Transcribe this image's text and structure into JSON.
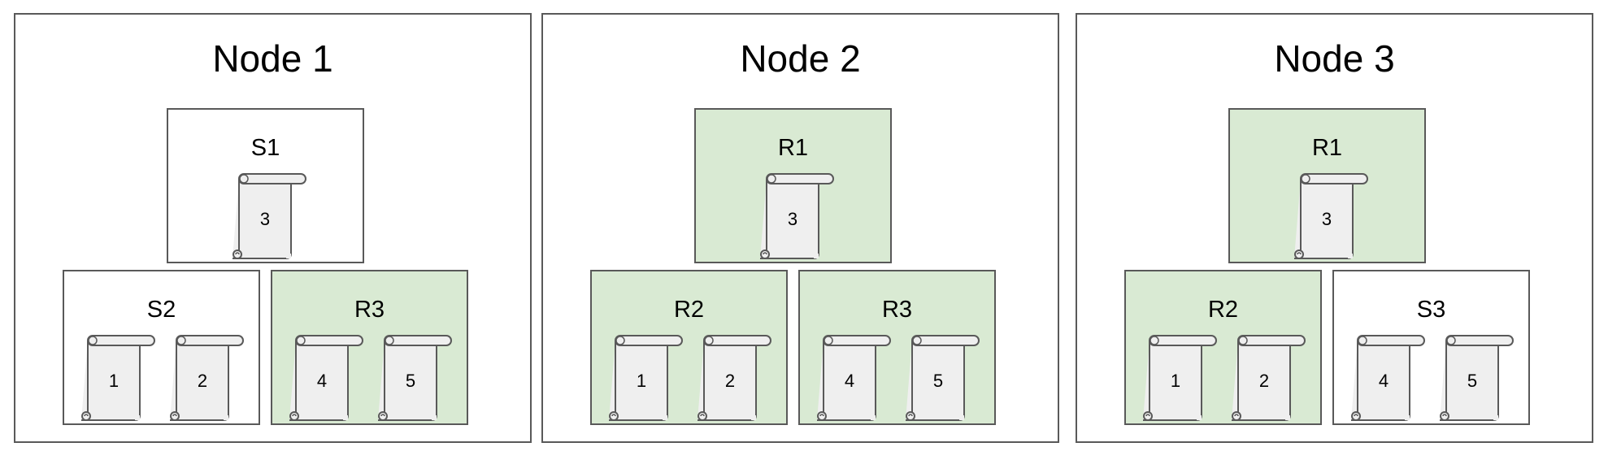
{
  "colors": {
    "primary_fill": "#ffffff",
    "replica_fill": "#d9ead3",
    "border": "#595959",
    "doc_fill": "#efefef"
  },
  "nodes": [
    {
      "title": "Node 1",
      "groups": [
        {
          "label": "S1",
          "kind": "primary",
          "docs": [
            "3"
          ]
        },
        {
          "label": "S2",
          "kind": "primary",
          "docs": [
            "1",
            "2"
          ]
        },
        {
          "label": "R3",
          "kind": "replica",
          "docs": [
            "4",
            "5"
          ]
        }
      ]
    },
    {
      "title": "Node 2",
      "groups": [
        {
          "label": "R1",
          "kind": "replica",
          "docs": [
            "3"
          ]
        },
        {
          "label": "R2",
          "kind": "replica",
          "docs": [
            "1",
            "2"
          ]
        },
        {
          "label": "R3",
          "kind": "replica",
          "docs": [
            "4",
            "5"
          ]
        }
      ]
    },
    {
      "title": "Node 3",
      "groups": [
        {
          "label": "R1",
          "kind": "replica",
          "docs": [
            "3"
          ]
        },
        {
          "label": "R2",
          "kind": "replica",
          "docs": [
            "1",
            "2"
          ]
        },
        {
          "label": "S3",
          "kind": "primary",
          "docs": [
            "4",
            "5"
          ]
        }
      ]
    }
  ]
}
